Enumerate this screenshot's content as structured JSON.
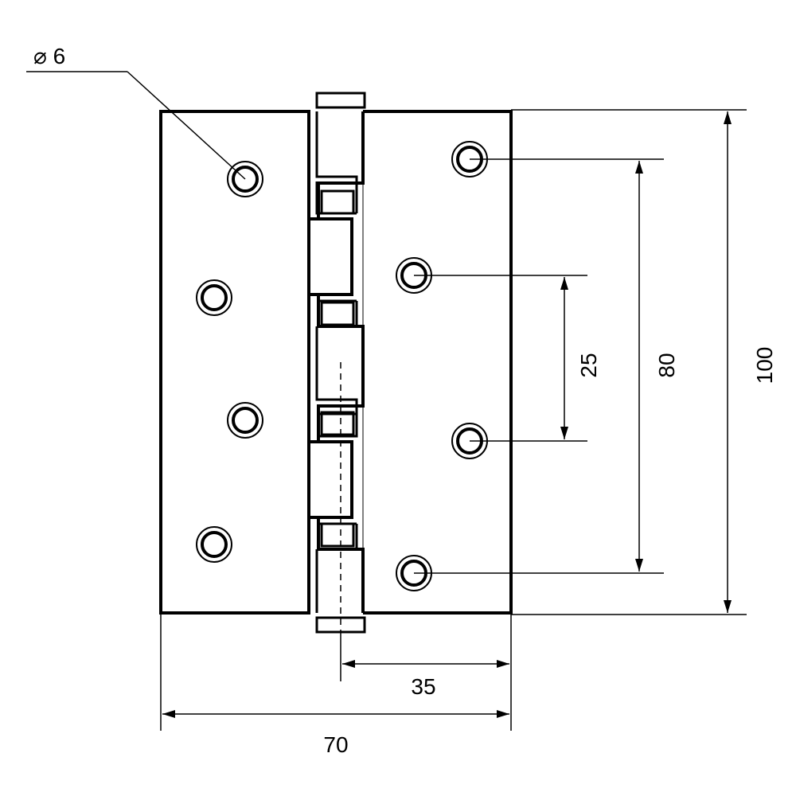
{
  "colors": {
    "line": "#000000",
    "background": "#ffffff"
  },
  "dimensions": {
    "hole_diameter": "⌀ 6",
    "inner_hole_spacing": "25",
    "outer_hole_spacing": "80",
    "total_height": "100",
    "half_width": "35",
    "total_width": "70"
  }
}
